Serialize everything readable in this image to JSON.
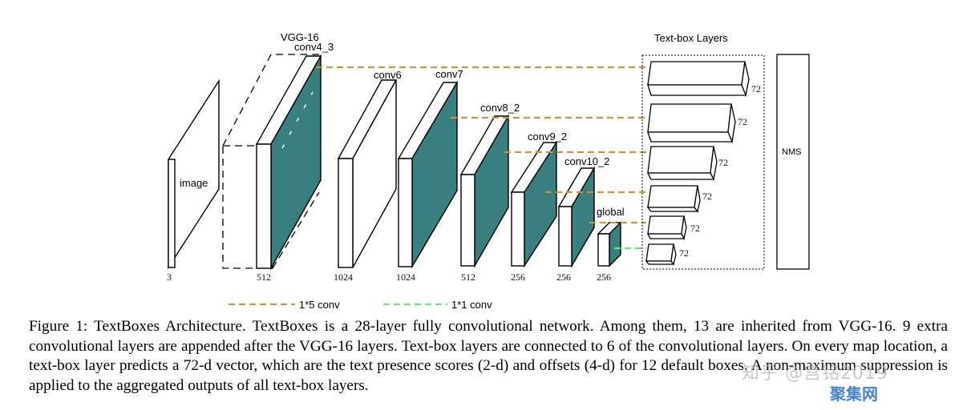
{
  "diagram": {
    "input_label": "image",
    "vgg_label": "VGG-16",
    "textbox_title": "Text-box Layers",
    "nms_label": "NMS",
    "layers": [
      {
        "key": "image",
        "name": "",
        "channels": "3"
      },
      {
        "key": "conv4_3",
        "name": "conv4_3",
        "channels": "512"
      },
      {
        "key": "conv6",
        "name": "conv6",
        "channels": "1024"
      },
      {
        "key": "conv7",
        "name": "conv7",
        "channels": "1024"
      },
      {
        "key": "conv8_2",
        "name": "conv8_2",
        "channels": "512"
      },
      {
        "key": "conv9_2",
        "name": "conv9_2",
        "channels": "256"
      },
      {
        "key": "conv10_2",
        "name": "conv10_2",
        "channels": "256"
      },
      {
        "key": "global",
        "name": "global",
        "channels": "256"
      }
    ],
    "textbox_outputs": [
      "72",
      "72",
      "72",
      "72",
      "72",
      "72"
    ],
    "legend": [
      {
        "label": "1*5 conv",
        "color": "#c8963e"
      },
      {
        "label": "1*1 conv",
        "color": "#6ee56e"
      }
    ],
    "colors": {
      "teal": "#3a7f7f",
      "orange_dash": "#c8963e",
      "green_dash": "#6ee56e"
    }
  },
  "caption": "Figure 1: TextBoxes Architecture. TextBoxes is a 28-layer fully convolutional network. Among them, 13 are inherited from VGG-16. 9 extra convolutional layers are appended after the VGG-16 layers. Text-box layers are connected to 6 of the convolutional layers. On every map location, a text-box layer predicts a 72-d vector, which are the text presence scores (2-d) and offsets (4-d) for 12 default boxes. A non-maximum suppression is applied to the aggregated outputs of all text-box layers.",
  "watermark": {
    "line1": "知乎 @宫铭2019",
    "line2": "聚集网"
  }
}
